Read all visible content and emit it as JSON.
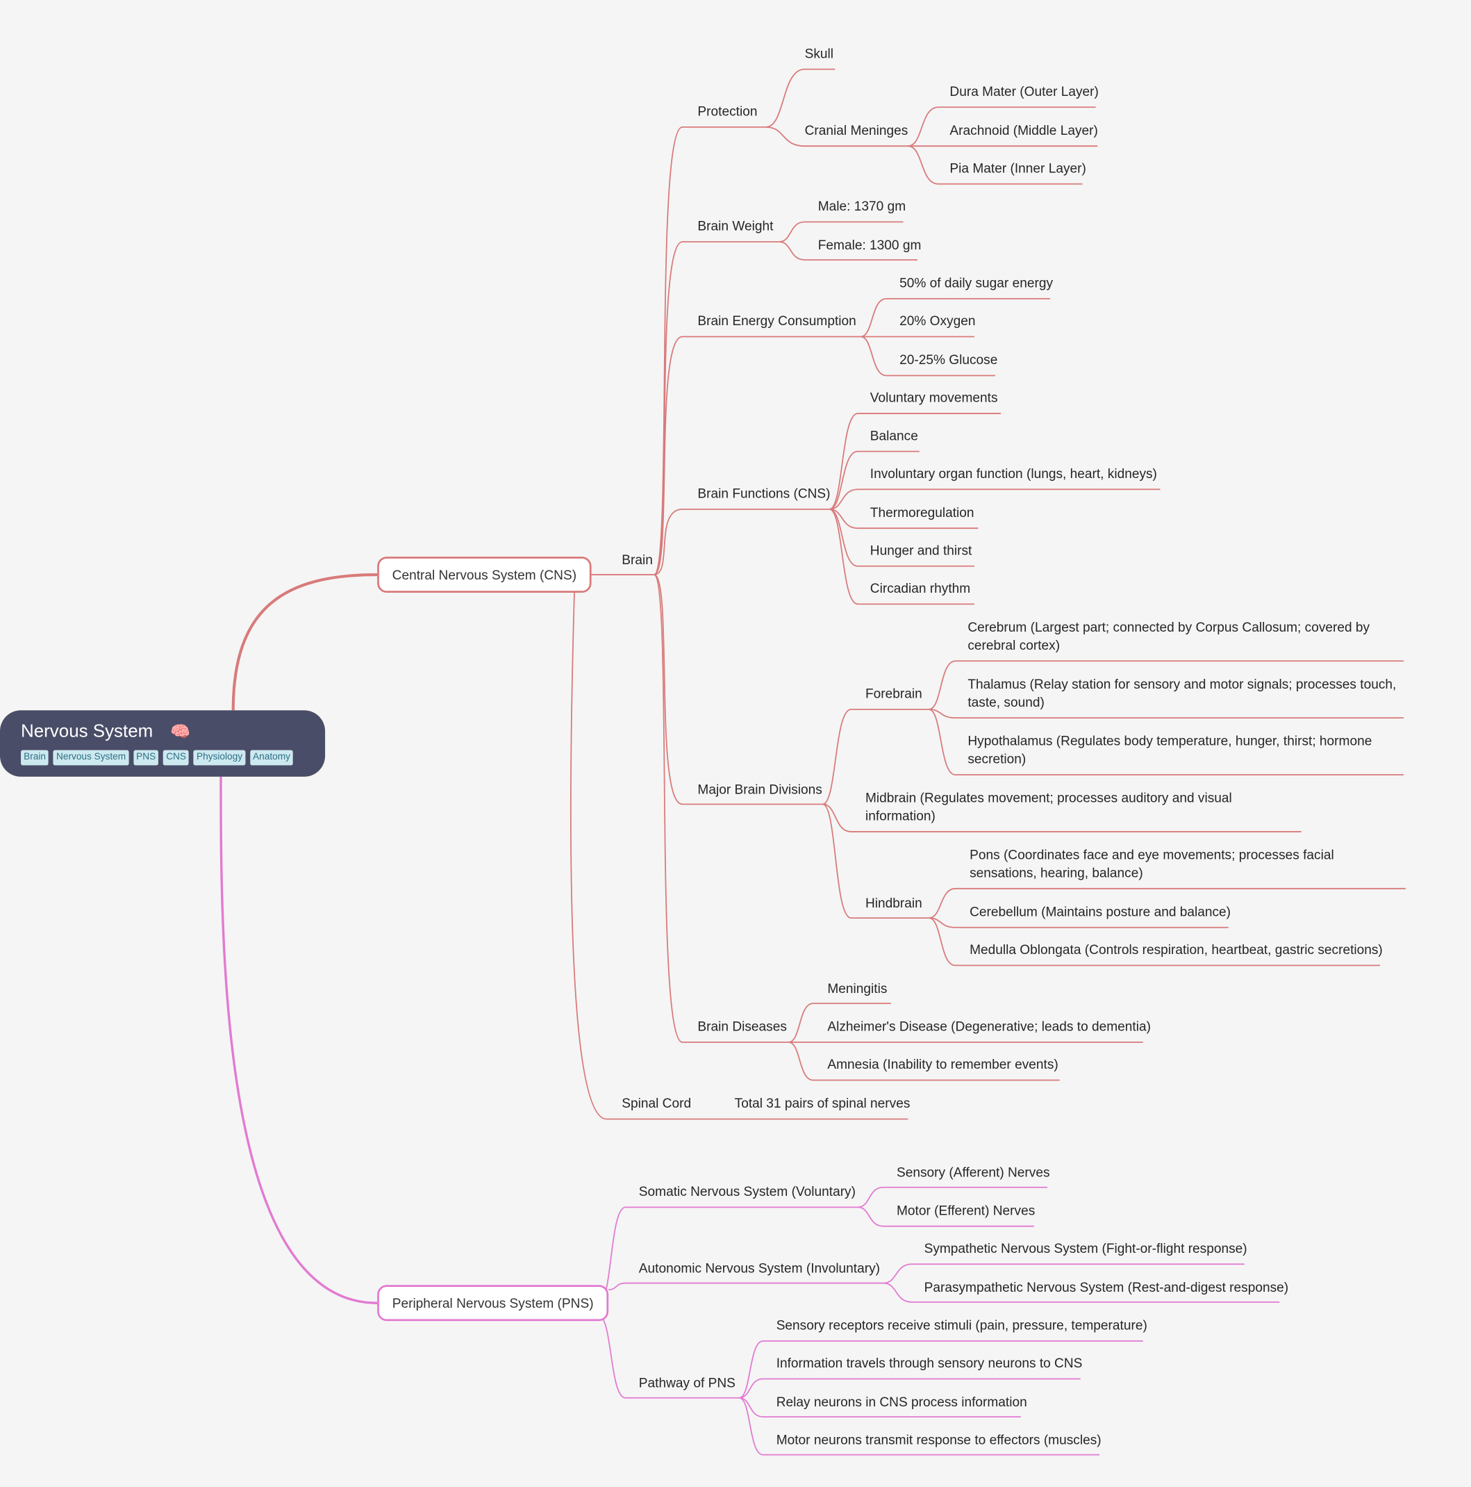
{
  "root": {
    "title": "Nervous System",
    "icon": "brain-icon",
    "tags": [
      "Brain",
      "Nervous System",
      "PNS",
      "CNS",
      "Physiology",
      "Anatomy"
    ]
  },
  "colors": {
    "cns": "#d97a7a",
    "pns": "#e27ad1",
    "root_bg": "#4a4d67",
    "tag_bg": "#cde9f0"
  },
  "cns": {
    "label": "Central Nervous System (CNS)",
    "brain": {
      "label": "Brain",
      "protection": {
        "label": "Protection",
        "skull": "Skull",
        "meninges": {
          "label": "Cranial Meninges",
          "items": [
            "Dura Mater (Outer Layer)",
            "Arachnoid (Middle Layer)",
            "Pia Mater (Inner Layer)"
          ]
        }
      },
      "weight": {
        "label": "Brain Weight",
        "items": [
          "Male: 1370 gm",
          "Female: 1300 gm"
        ]
      },
      "energy": {
        "label": "Brain Energy Consumption",
        "items": [
          "50% of daily sugar energy",
          "20% Oxygen",
          "20-25% Glucose"
        ]
      },
      "functions": {
        "label": "Brain Functions (CNS)",
        "items": [
          "Voluntary movements",
          "Balance",
          "Involuntary organ function (lungs, heart, kidneys)",
          "Thermoregulation",
          "Hunger and thirst",
          "Circadian rhythm"
        ]
      },
      "divisions": {
        "label": "Major Brain Divisions",
        "forebrain": {
          "label": "Forebrain",
          "items": [
            "Cerebrum (Largest part; connected by Corpus Callosum; covered by cerebral cortex)",
            "Thalamus (Relay station for sensory and motor signals; processes touch, taste, sound)",
            "Hypothalamus (Regulates body temperature, hunger, thirst; hormone secretion)"
          ]
        },
        "midbrain": "Midbrain (Regulates movement; processes auditory and visual information)",
        "hindbrain": {
          "label": "Hindbrain",
          "items": [
            "Pons (Coordinates face and eye movements; processes facial sensations, hearing, balance)",
            "Cerebellum (Maintains posture and balance)",
            "Medulla Oblongata (Controls respiration, heartbeat, gastric secretions)"
          ]
        }
      },
      "diseases": {
        "label": "Brain Diseases",
        "items": [
          "Meningitis",
          "Alzheimer's Disease (Degenerative; leads to dementia)",
          "Amnesia (Inability to remember events)"
        ]
      }
    },
    "spinal": {
      "label": "Spinal Cord",
      "item": "Total 31 pairs of spinal nerves"
    }
  },
  "pns": {
    "label": "Peripheral Nervous System (PNS)",
    "somatic": {
      "label": "Somatic Nervous System (Voluntary)",
      "items": [
        "Sensory (Afferent) Nerves",
        "Motor (Efferent) Nerves"
      ]
    },
    "autonomic": {
      "label": "Autonomic Nervous System (Involuntary)",
      "items": [
        "Sympathetic Nervous System (Fight-or-flight response)",
        "Parasympathetic Nervous System (Rest-and-digest response)"
      ]
    },
    "pathway": {
      "label": "Pathway of PNS",
      "items": [
        "Sensory receptors receive stimuli (pain, pressure, temperature)",
        "Information travels through sensory neurons to CNS",
        "Relay neurons in CNS process information",
        "Motor neurons transmit response to effectors (muscles)"
      ]
    }
  }
}
